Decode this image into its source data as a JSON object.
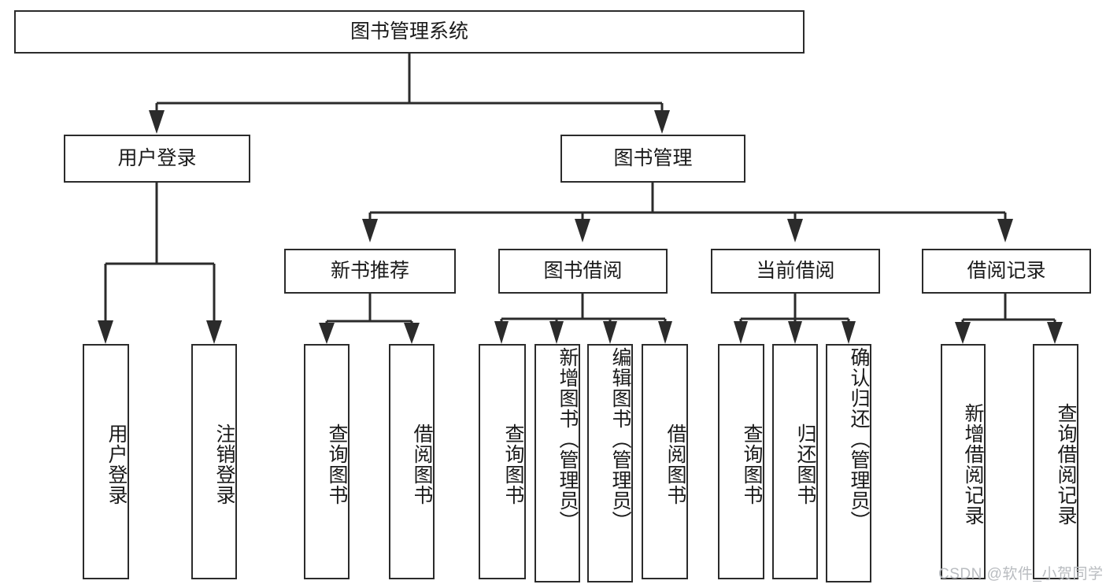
{
  "diagram": {
    "title": "图书管理系统",
    "type": "hierarchy-tree",
    "nodes": {
      "root": {
        "label": "图书管理系统"
      },
      "level1": [
        {
          "id": "user-login",
          "label": "用户登录"
        },
        {
          "id": "book-manage",
          "label": "图书管理"
        }
      ],
      "level2": [
        {
          "id": "new-book-recommend",
          "label": "新书推荐"
        },
        {
          "id": "book-borrow",
          "label": "图书借阅"
        },
        {
          "id": "current-borrow",
          "label": "当前借阅"
        },
        {
          "id": "borrow-record",
          "label": "借阅记录"
        }
      ],
      "leaves": {
        "user_login": [
          {
            "id": "leaf-user-login",
            "label": "用户登录"
          },
          {
            "id": "leaf-logout-login",
            "label": "注销登录"
          }
        ],
        "new_book_recommend": [
          {
            "id": "leaf-query-book-1",
            "label": "查询图书"
          },
          {
            "id": "leaf-borrow-book-1",
            "label": "借阅图书"
          }
        ],
        "book_borrow": [
          {
            "id": "leaf-query-book-2",
            "label": "查询图书"
          },
          {
            "id": "leaf-add-book",
            "label": "新增图书（管理员）"
          },
          {
            "id": "leaf-edit-book",
            "label": "编辑图书（管理员）"
          },
          {
            "id": "leaf-borrow-book-2",
            "label": "借阅图书"
          }
        ],
        "current_borrow": [
          {
            "id": "leaf-query-book-3",
            "label": "查询图书"
          },
          {
            "id": "leaf-return-book",
            "label": "归还图书"
          },
          {
            "id": "leaf-confirm-return",
            "label": "确认归还（管理员）"
          }
        ],
        "borrow_record": [
          {
            "id": "leaf-add-record",
            "label": "新增借阅记录"
          },
          {
            "id": "leaf-query-record",
            "label": "查询借阅记录"
          }
        ]
      }
    }
  },
  "watermark": {
    "text": "CSDN @软件_小贺同学"
  },
  "colors": {
    "border": "#2b2b2b",
    "background": "#ffffff",
    "text": "#1a1a1a",
    "watermark": "#b9bcc0"
  }
}
